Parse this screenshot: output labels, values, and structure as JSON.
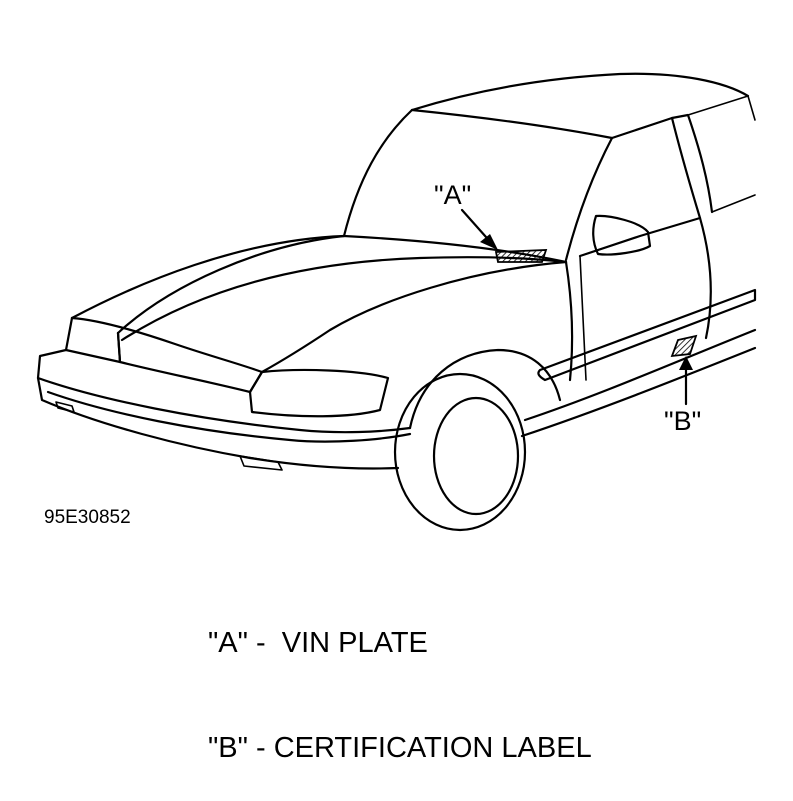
{
  "callouts": {
    "a": "\"A\"",
    "b": "\"B\""
  },
  "figure_id": "95E30852",
  "legend": [
    "\"A\" -  VIN PLATE",
    "\"B\" - CERTIFICATION LABEL"
  ]
}
